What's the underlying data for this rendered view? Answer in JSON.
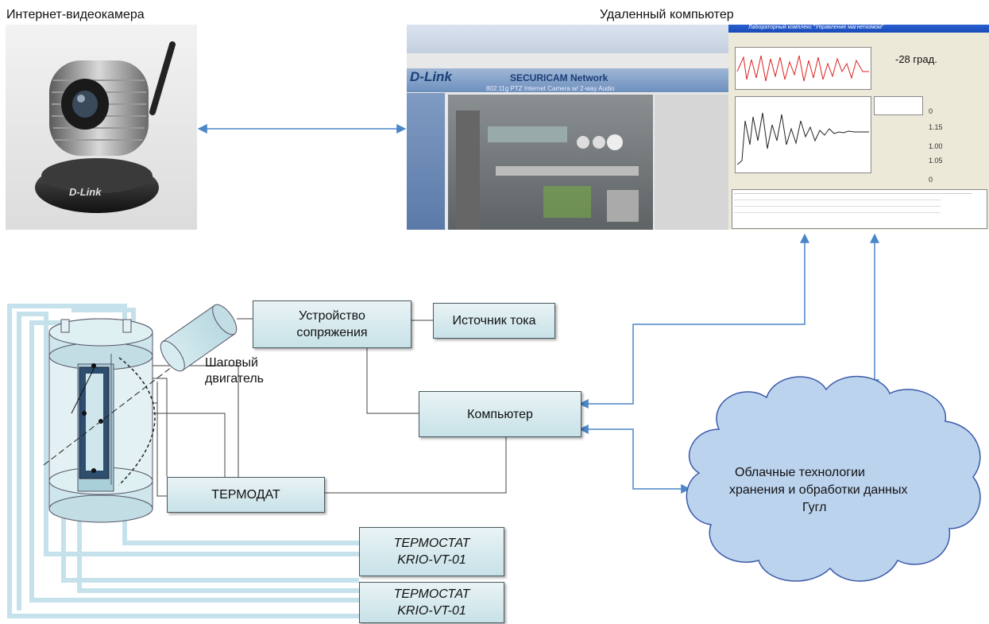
{
  "labels": {
    "camera_title": "Интернет-видеокамера",
    "remote_title": "Удаленный компьютер",
    "motor_line1": "Шаговый",
    "motor_line2": "двигатель"
  },
  "boxes": {
    "interface": [
      "Устройство",
      "сопряжения"
    ],
    "power": "Источник тока",
    "computer": "Компьютер",
    "thermodat": "ТЕРМОДАТ",
    "thermostat1": [
      "ТЕРМОСТАТ",
      "KRIO-VT-01"
    ],
    "thermostat2": [
      "ТЕРМОСТАТ",
      "KRIO-VT-01"
    ]
  },
  "cloud": [
    "Облачные технологии",
    "хранения и обработки данных",
    "Гугл"
  ],
  "screen": {
    "dlink_logo": "D-Link",
    "securicam": "SECURICAM Network",
    "camera_model": "802.11g PTZ Internet Camera w/ 2-way Audio",
    "app_title": "Лабораторный комплекс \"Управление магнетизмом\"",
    "temperature": "-28 град.",
    "values": [
      "0",
      "1.15",
      "1.00",
      "1.05",
      "0"
    ]
  },
  "colors": {
    "arrow": "#4a86c8",
    "box_fill": "#d6ecf0",
    "pipe": "#c5e2ec",
    "cloud_fill": "#bcd3ee",
    "cloud_stroke": "#3c5aa8"
  }
}
